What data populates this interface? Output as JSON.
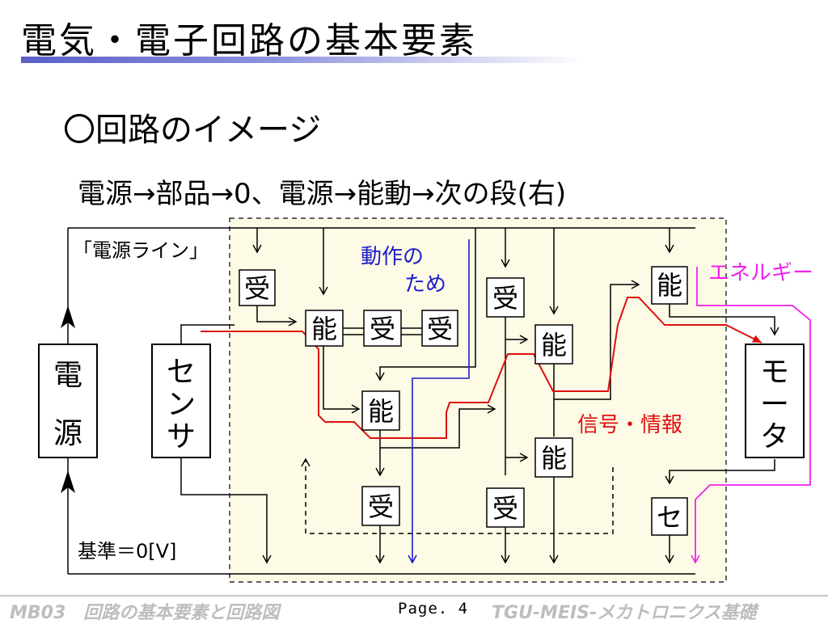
{
  "slide": {
    "title": "電気・電子回路の基本要素",
    "heading": "〇回路のイメージ",
    "description": "電源→部品→0、電源→能動→次の段(右)"
  },
  "diagram": {
    "labels": {
      "power_line": "「電源ライン」",
      "ground": "基準＝0[V]",
      "operation": [
        "動作の",
        "ため"
      ],
      "energy": "エネルギー",
      "signal": "信号・情報"
    },
    "blocks": {
      "power_supply": [
        "電",
        "源"
      ],
      "sensor": [
        "セ",
        "ン",
        "サ"
      ],
      "motor": [
        "モ",
        "ー",
        "タ"
      ]
    },
    "components": {
      "passive": "受",
      "active": "能",
      "sensor_small": "セ"
    },
    "colors": {
      "operation": "#1d1dcc",
      "signal": "#dd1010",
      "energy": "#ee22ee",
      "area_fill": "#fdfbe5"
    }
  },
  "footer": {
    "left": "MB03　回路の基本要素と回路図",
    "page": "Page. 4",
    "right": "TGU-MEIS-メカトロニクス基礎"
  }
}
